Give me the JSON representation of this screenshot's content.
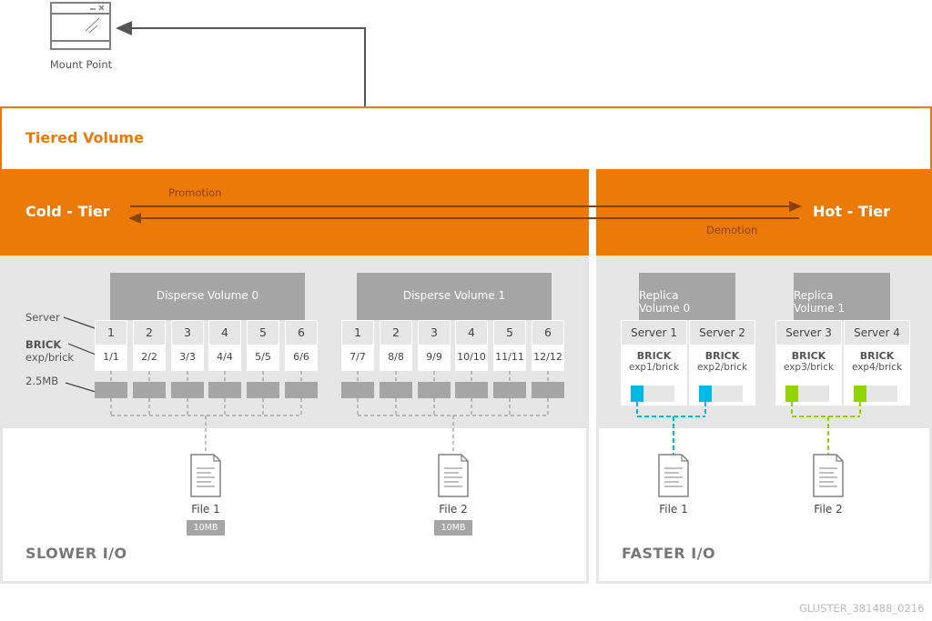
{
  "mount_point": {
    "label": "Mount Point",
    "icon": "window-icon"
  },
  "tiered_volume": {
    "title": "Tiered Volume"
  },
  "tiers": {
    "cold": {
      "title": "Cold - Tier",
      "io_label": "SLOWER I/O"
    },
    "hot": {
      "title": "Hot - Tier",
      "io_label": "FASTER I/O"
    },
    "promotion_label": "Promotion",
    "demotion_label": "Demotion"
  },
  "legend": {
    "server": "Server",
    "brick_title": "BRICK",
    "brick_path": "exp/brick",
    "chunk_size": "2.5MB"
  },
  "disperse_volumes": [
    {
      "title": "Disperse Volume 0",
      "servers": [
        "1",
        "2",
        "3",
        "4",
        "5",
        "6"
      ],
      "bricks": [
        "1/1",
        "2/2",
        "3/3",
        "4/4",
        "5/5",
        "6/6"
      ],
      "file": {
        "label": "File 1",
        "size": "10MB"
      }
    },
    {
      "title": "Disperse Volume 1",
      "servers": [
        "1",
        "2",
        "3",
        "4",
        "5",
        "6"
      ],
      "bricks": [
        "7/7",
        "8/8",
        "9/9",
        "10/10",
        "11/11",
        "12/12"
      ],
      "file": {
        "label": "File 2",
        "size": "10MB"
      }
    }
  ],
  "replica_volumes": [
    {
      "title_line1": "Replica",
      "title_line2": "Volume 0",
      "color": "#00b9e4",
      "servers": [
        {
          "name": "Server 1",
          "brick_title": "BRICK",
          "brick_path": "exp1/brick"
        },
        {
          "name": "Server 2",
          "brick_title": "BRICK",
          "brick_path": "exp2/brick"
        }
      ],
      "file": {
        "label": "File 1"
      }
    },
    {
      "title_line1": "Replica",
      "title_line2": "Volume 1",
      "color": "#92d400",
      "servers": [
        {
          "name": "Server 3",
          "brick_title": "BRICK",
          "brick_path": "exp3/brick"
        },
        {
          "name": "Server 4",
          "brick_title": "BRICK",
          "brick_path": "exp4/brick"
        }
      ],
      "file": {
        "label": "File 2"
      }
    }
  ],
  "colors": {
    "accent_orange": "#ec7a08",
    "flow_arrow": "#8a4200",
    "panel_gray": "#e6e6e6",
    "block_gray": "#a5a5a5",
    "replica0": "#00b9e4",
    "replica1": "#92d400"
  },
  "watermark": "GLUSTER_381488_0216"
}
